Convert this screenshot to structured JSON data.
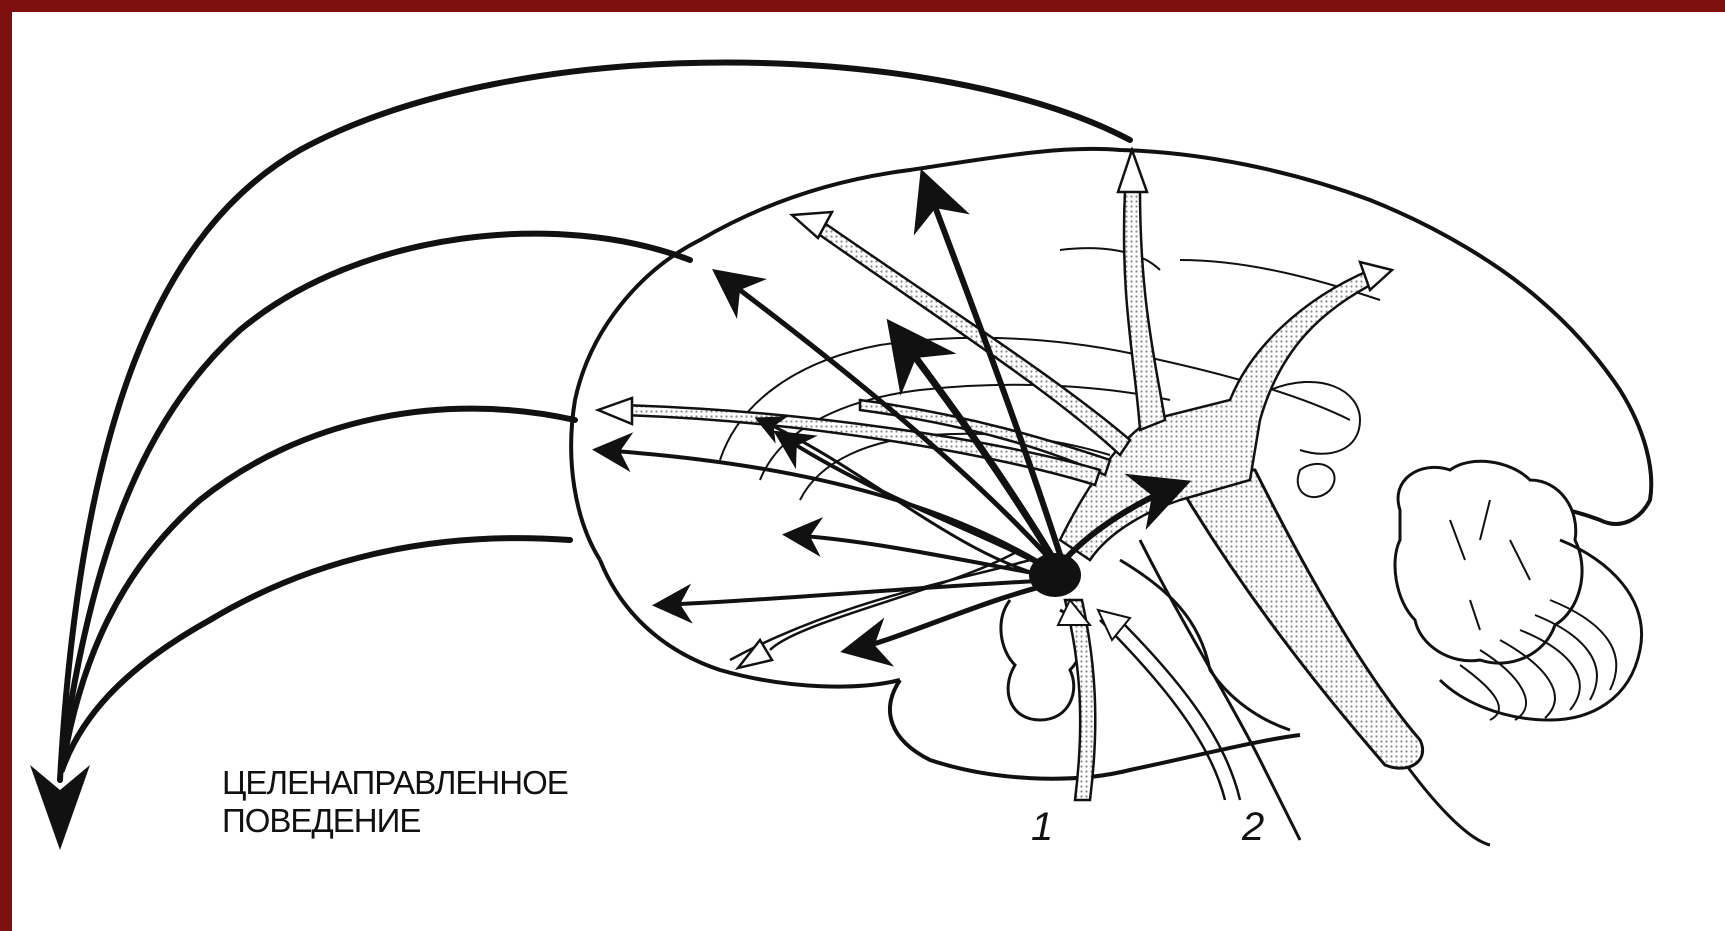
{
  "caption": {
    "line1": "ЦЕЛЕНАПРАВЛЕННОЕ",
    "line2": "ПОВЕДЕНИЕ"
  },
  "labels": {
    "pathway_1": "1",
    "pathway_2": "2"
  },
  "colors": {
    "frame": "#7d0f0f",
    "ink": "#111111",
    "stipple": "#c9c9c9",
    "background": "#ffffff"
  }
}
